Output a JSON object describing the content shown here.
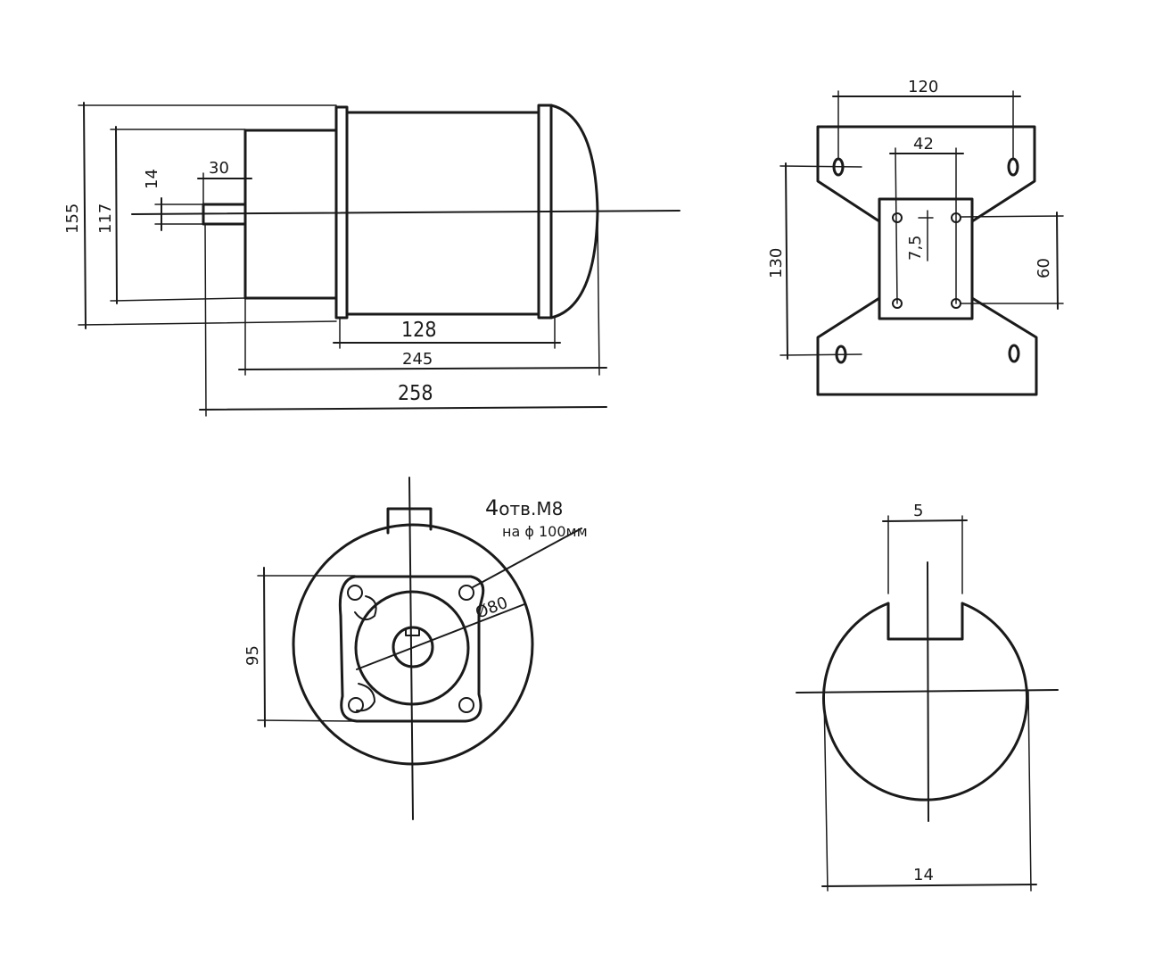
{
  "side_view": {
    "dims": {
      "overall_height": "155",
      "flange_height": "117",
      "shaft_dia": "14",
      "shaft_len": "30",
      "body_len": "128",
      "motor_len": "245",
      "total_len": "258"
    }
  },
  "foot_view": {
    "dims": {
      "outer_width": "120",
      "inner_width": "42",
      "outer_height": "130",
      "inner_height": "60",
      "offset": "7,5"
    }
  },
  "front_view": {
    "dims": {
      "flange_size": "95",
      "pcd": "Ø80"
    },
    "note_line1_num": "4",
    "note_line1_text": "отв.М8",
    "note_line2": "на ϕ 100мм"
  },
  "shaft_section": {
    "dims": {
      "key_width": "5",
      "diameter": "14"
    }
  }
}
